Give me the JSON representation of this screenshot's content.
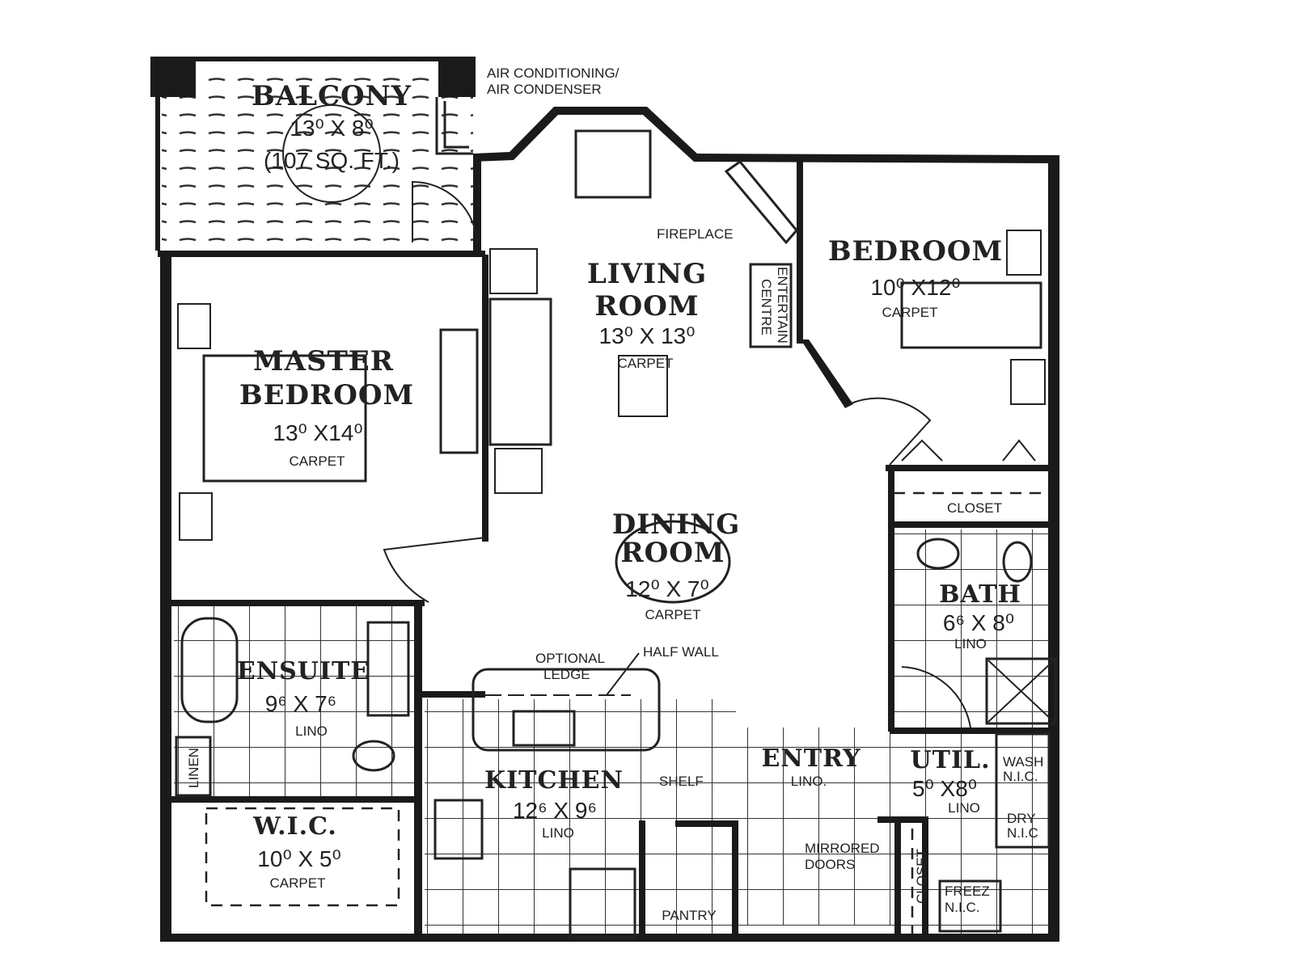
{
  "rooms": {
    "balcony": {
      "name": "BALCONY",
      "size": "13⁰ X 8⁰",
      "area": "(107 SQ. FT.)"
    },
    "master_bedroom": {
      "name_line1": "MASTER",
      "name_line2": "BEDROOM",
      "size": "13⁰ X14⁰",
      "floor": "CARPET"
    },
    "living_room": {
      "name_line1": "LIVING",
      "name_line2": "ROOM",
      "size": "13⁰ X 13⁰",
      "floor": "CARPET"
    },
    "bedroom": {
      "name": "BEDROOM",
      "size": "10⁰ X12⁰",
      "floor": "CARPET"
    },
    "dining_room": {
      "name_line1": "DINING",
      "name_line2": "ROOM",
      "size": "12⁰ X 7⁰",
      "floor": "CARPET"
    },
    "ensuite": {
      "name": "ENSUITE",
      "size": "9⁶ X 7⁶",
      "floor": "LINO"
    },
    "wic": {
      "name": "W.I.C.",
      "size": "10⁰ X 5⁰",
      "floor": "CARPET"
    },
    "kitchen": {
      "name": "KITCHEN",
      "size": "12⁶ X 9⁶",
      "floor": "LINO"
    },
    "entry": {
      "name": "ENTRY",
      "floor": "LINO."
    },
    "util": {
      "name": "UTIL.",
      "size": "5⁰ X8⁰",
      "floor": "LINO"
    },
    "bath": {
      "name": "BATH",
      "size": "6⁶ X 8⁰",
      "floor": "LINO"
    }
  },
  "annotations": {
    "ac_line1": "AIR CONDITIONING/",
    "ac_line2": "AIR CONDENSER",
    "fireplace": "FIREPLACE",
    "entertainment_line1": "ENTERTAIN",
    "entertainment_line2": "CENTRE",
    "closet_bedroom": "CLOSET",
    "optional_ledge_line1": "OPTIONAL",
    "optional_ledge_line2": "LEDGE",
    "half_wall": "HALF WALL",
    "shelf": "SHELF",
    "pantry": "PANTRY",
    "mirrored_line1": "MIRRORED",
    "mirrored_line2": "DOORS",
    "closet_entry": "CLOSET",
    "linen": "LINEN",
    "wash_line1": "WASH",
    "wash_line2": "N.I.C.",
    "dry_line1": "DRY",
    "dry_line2": "N.I.C",
    "freez_line1": "FREEZ",
    "freez_line2": "N.I.C."
  }
}
